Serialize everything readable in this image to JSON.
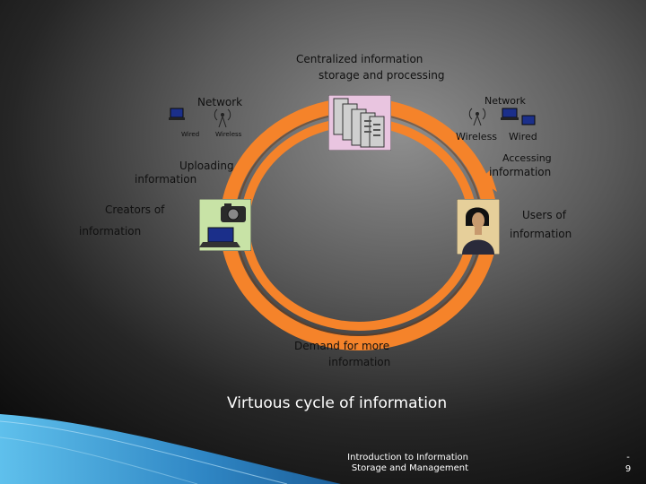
{
  "diagram": {
    "center_label_line1": "Centralized information",
    "center_label_line2": "storage and processing",
    "left_network": {
      "title": "Network",
      "wired": "Wired",
      "wireless": "Wireless"
    },
    "right_network": {
      "title": "Network",
      "wireless": "Wireless",
      "wired": "Wired"
    },
    "uploading_line1": "Uploading",
    "uploading_line2": "information",
    "accessing_line1": "Accessing",
    "accessing_line2": "information",
    "creators_line1": "Creators of",
    "creators_line2": "information",
    "users_line1": "Users of",
    "users_line2": "information",
    "demand_line1": "Demand for more",
    "demand_line2": "information"
  },
  "caption": "Virtuous cycle of information",
  "footer": {
    "line1": "Introduction to Information",
    "line2": "Storage and Management"
  },
  "slide_number": {
    "line1": "-",
    "line2": "9"
  },
  "colors": {
    "ring": "#f5832a",
    "ring_dark": "#c9641a",
    "band": "#3f9fd6"
  }
}
